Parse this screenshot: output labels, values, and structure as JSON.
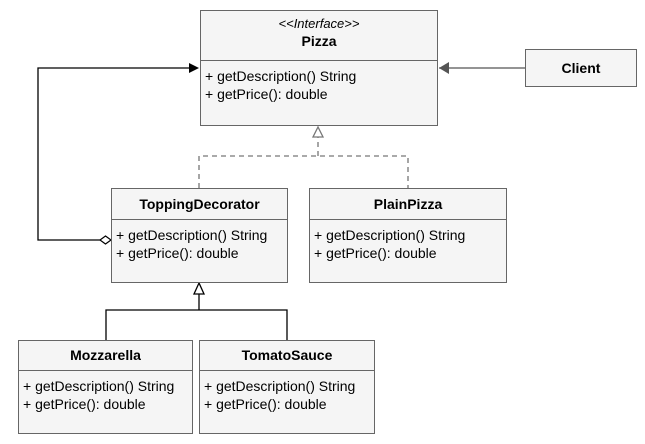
{
  "classes": {
    "pizza": {
      "stereotype": "<<Interface>>",
      "name": "Pizza",
      "methods": [
        "+ getDescription() String",
        "+ getPrice(): double"
      ]
    },
    "client": {
      "name": "Client"
    },
    "topping_decorator": {
      "name": "ToppingDecorator",
      "methods": [
        "+ getDescription() String",
        "+ getPrice(): double"
      ]
    },
    "plain_pizza": {
      "name": "PlainPizza",
      "methods": [
        "+ getDescription() String",
        "+ getPrice(): double"
      ]
    },
    "mozzarella": {
      "name": "Mozzarella",
      "methods": [
        "+ getDescription() String",
        "+ getPrice(): double"
      ]
    },
    "tomato_sauce": {
      "name": "TomatoSauce",
      "methods": [
        "+ getDescription() String",
        "+ getPrice(): double"
      ]
    }
  },
  "relations": [
    {
      "type": "association",
      "from": "Client",
      "to": "Pizza"
    },
    {
      "type": "realization",
      "from": "ToppingDecorator",
      "to": "Pizza"
    },
    {
      "type": "realization",
      "from": "PlainPizza",
      "to": "Pizza"
    },
    {
      "type": "aggregation",
      "from": "ToppingDecorator",
      "to": "Pizza"
    },
    {
      "type": "generalization",
      "from": "Mozzarella",
      "to": "ToppingDecorator"
    },
    {
      "type": "generalization",
      "from": "TomatoSauce",
      "to": "ToppingDecorator"
    }
  ],
  "colors": {
    "box_fill": "#f5f5f5",
    "box_border": "#666666",
    "line": "#000000",
    "arrow_gray": "#555555"
  }
}
